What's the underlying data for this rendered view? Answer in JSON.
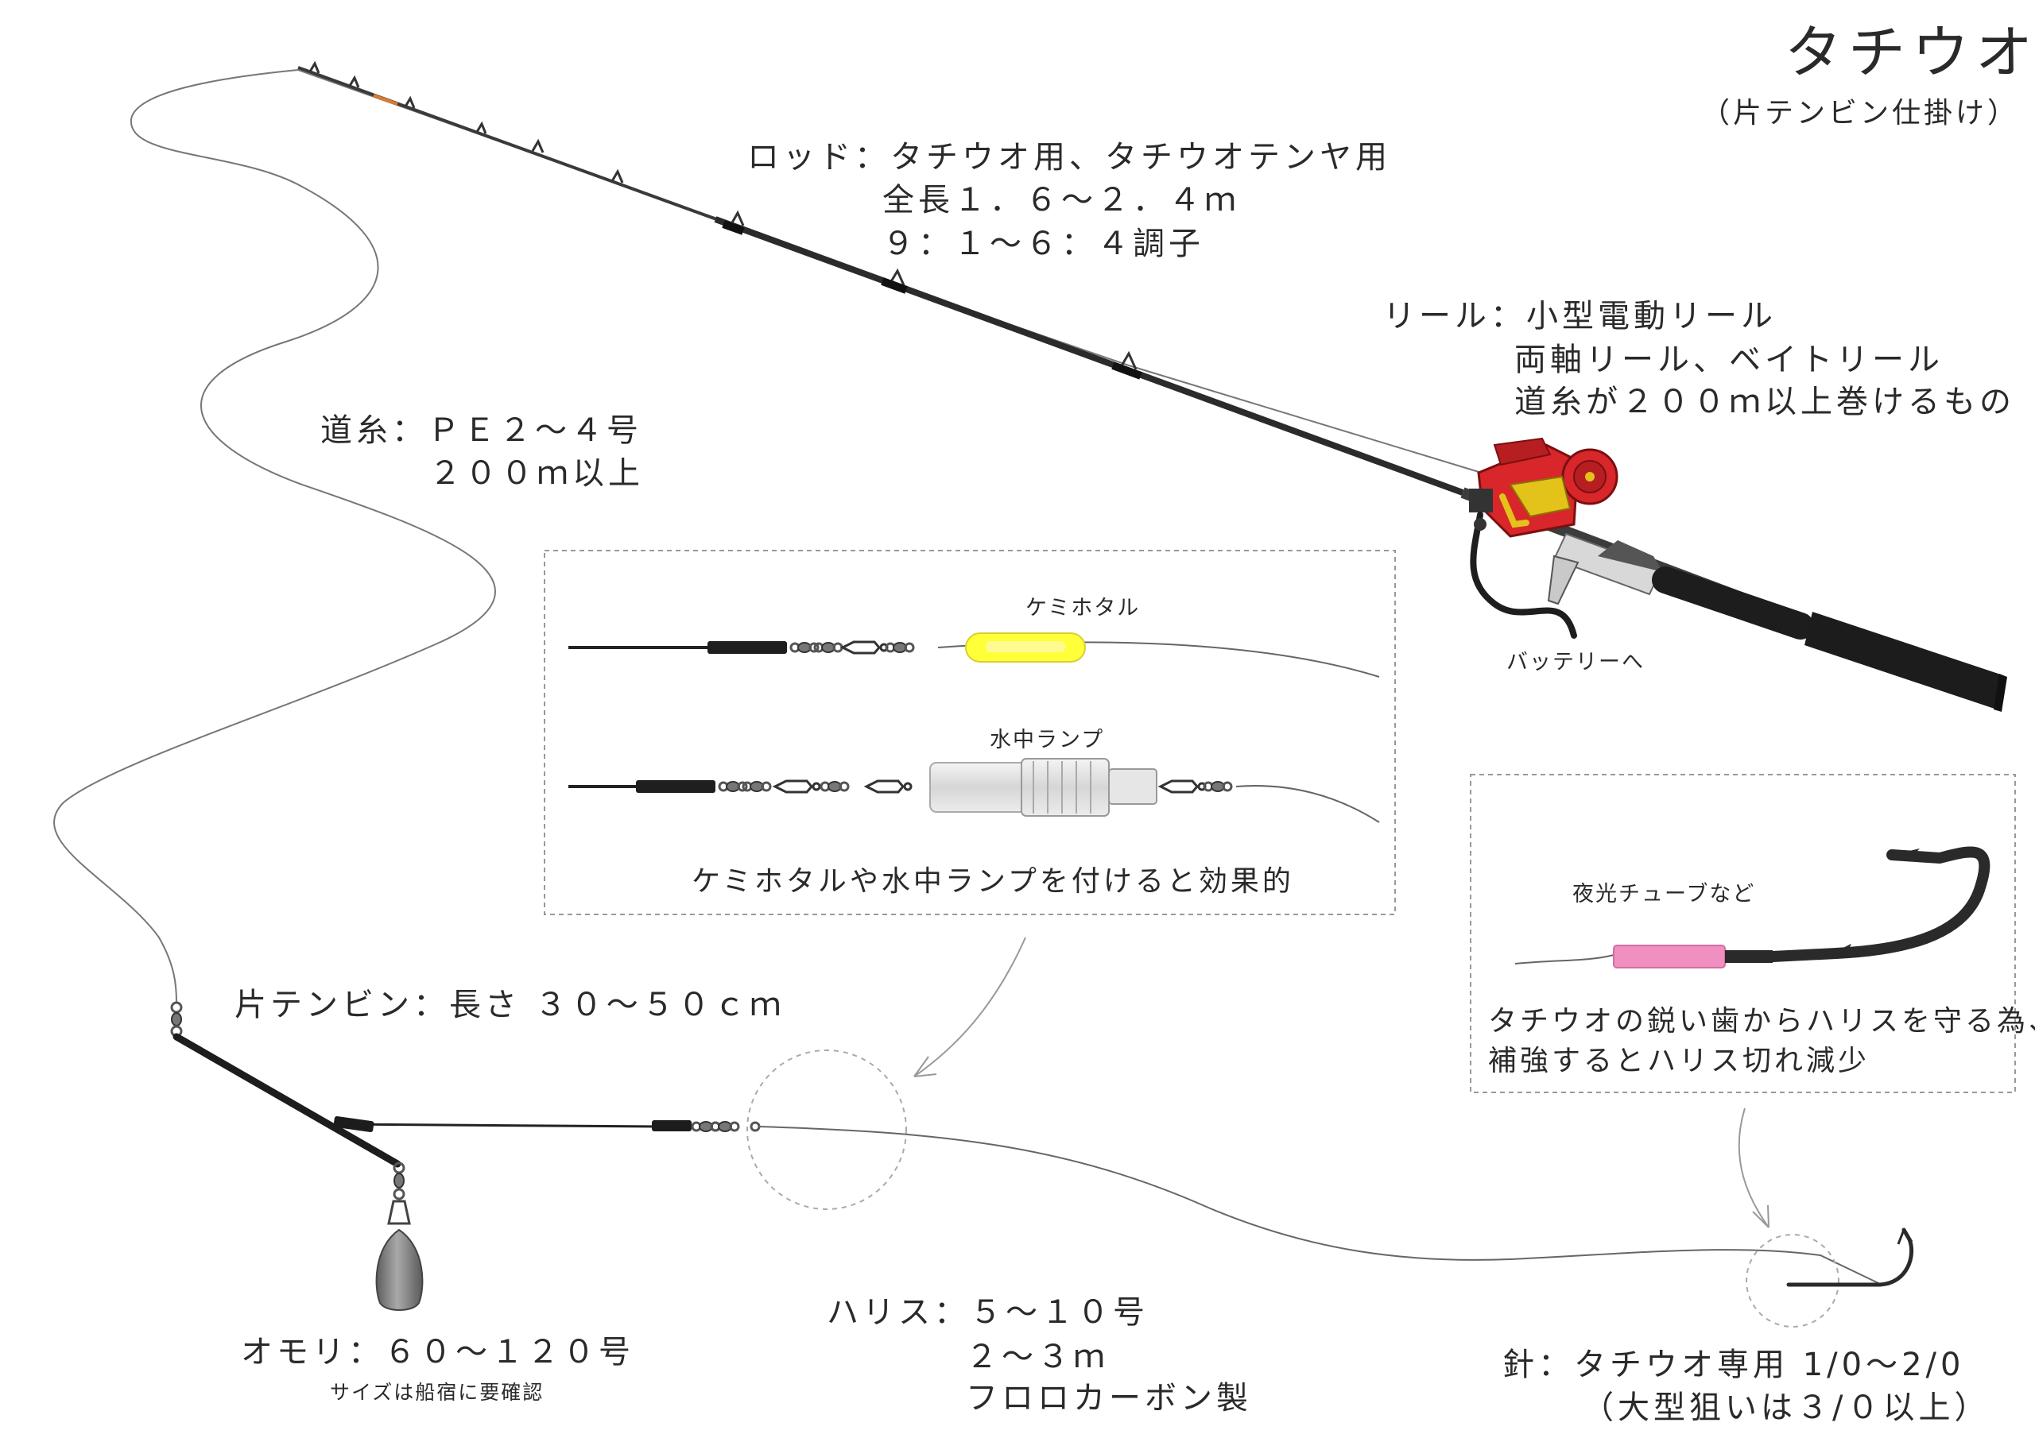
{
  "title": "タチウオ",
  "subtitle": "（片テンビン仕掛け）",
  "rod": {
    "line1": "ロッド：タチウオ用、タチウオテンヤ用",
    "line2": "全長１．６～２．４ｍ",
    "line3": "９：１～６：４調子"
  },
  "reel": {
    "line1": "リール：小型電動リール",
    "line2": "両軸リール、ベイトリール",
    "line3": "道糸が２００ｍ以上巻けるもの",
    "battery": "バッテリーへ"
  },
  "mainline": {
    "line1": "道糸：ＰＥ２～４号",
    "line2": "２００ｍ以上"
  },
  "inset_lights": {
    "chemical_light": "ケミホタル",
    "underwater_lamp": "水中ランプ",
    "caption": "ケミホタルや水中ランプを付けると効果的"
  },
  "tenbin": {
    "label": "片テンビン：長さ ３０～５０ｃｍ"
  },
  "sinker": {
    "label": "オモリ：６０～１２０号",
    "note": "サイズは船宿に要確認"
  },
  "leader": {
    "line1": "ハリス：５～１０号",
    "line2": "２～３ｍ",
    "line3": "フロロカーボン製"
  },
  "inset_hook": {
    "tube_label": "夜光チューブなど",
    "caption1": "タチウオの鋭い歯からハリスを守る為、",
    "caption2": "補強するとハリス切れ減少"
  },
  "hook": {
    "line1": "針：タチウオ専用 1/0～2/0",
    "line2": "（大型狙いは３/０以上）"
  },
  "colors": {
    "reel_red": "#d8262a",
    "reel_gold": "#e3c21a",
    "chemical_light_yellow": "#ffff3a",
    "luminous_tube_pink": "#f08fc0",
    "rod_dark": "#2b2b2b",
    "sinker_gray": "#7d7d7d"
  }
}
